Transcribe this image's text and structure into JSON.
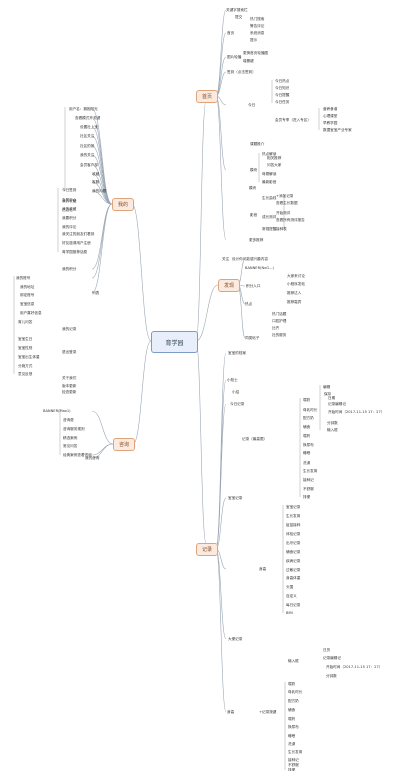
{
  "root": "育学园",
  "branches": {
    "home": "首页",
    "discover": "发现",
    "mine": "我的",
    "consult": "咨询",
    "record": "记录"
  },
  "colors": {
    "root_border": "#7a9cc6",
    "branch_border": "#e0a47c",
    "branch_fill": "#fbeadf",
    "link": "#9aa6b4"
  },
  "nodes": [
    "关键字搜索栏",
    "提交",
    "热门搜索",
    "警告评论",
    "系统消息",
    "提示",
    "首页",
    "图片轮播",
    "更换首页轮播图",
    "增删键",
    "签到（点击签到）",
    "今日热点",
    "今日知识",
    "今日提醒",
    "今日任务",
    "今日",
    "会员专享（进入专区）",
    "营养食谱",
    "心理课堂",
    "早教学园",
    "数据宝宝产业专家",
    "课题推介",
    "模块",
    "相关推荐",
    "问答大家",
    "模块",
    "热点解读",
    "母婴解读",
    "最新影音",
    "影音",
    "生长曲线",
    "+添加记录",
    "查看生长数据",
    "成长测评",
    "开始测评",
    "查看所有测评报告",
    "常规提醒",
    "接种表",
    "更多推荐",
    "关注",
    "设计你可能感兴趣内容",
    "BANNER(NxG...)",
    "大家来讨论",
    "积分入口",
    "小程序发帖",
    "推荐达人",
    "推荐嘉宾",
    "热点",
    "热门话题",
    "口腔护理",
    "比齐",
    "社的服务",
    "同类帖子",
    "用户名：拥抱阳光",
    "查看模式开关键",
    "设置社上宝",
    "社区关注",
    "社区的扬",
    "我的关注",
    "会员客户部",
    "收藏",
    "客服",
    "我的问题",
    "我的收藏",
    "已点击",
    "今日签到",
    "会员中心",
    "我的收藏",
    "我要积分",
    "我的评论",
    "我关注的朋友们看到",
    "好友邀请用户注册",
    "育学园推荐话费",
    "我的积分",
    "列表",
    "我的账号",
    "我的地址",
    "绑定账号",
    "宝宝信息",
    "用户喜好信息",
    "育儿问答",
    "我的记录",
    "宝宝生日",
    "宝宝性别",
    "宝宝出生体重",
    "分娩方式",
    "意见反馈",
    "关于我们",
    "版本更新",
    "检查更新",
    "退出登录",
    "BANNER(Max1)",
    "咨询费",
    "咨询服务规则",
    "精选案例",
    "常见问答",
    "经典案例查看咨询",
    "我的咨询",
    "宝宝的档案",
    "小知士",
    "今日记录",
    "编辑",
    "保存",
    "日期",
    "记录编辑记",
    "开始时间（2017-11-15  17：27）",
    "分钟数",
    "输入框",
    "小结",
    "宝宝记录",
    "记录（最高限）",
    "喂奶",
    "母乳时长",
    "配方奶",
    "辅食",
    "喂药",
    "换尿布",
    "睡眠",
    "洗澡",
    "生长发育",
    "接种记",
    "不舒服",
    "排便",
    "身高",
    "宝宝记录",
    "生长发育",
    "疫苗接种",
    "体检记录",
    "出牙记录",
    "辅食记录",
    "疾病记录",
    "过敏记录",
    "身高体重",
    "头围",
    "自定义",
    "每日记录",
    "BMI",
    "大便记录",
    "日历",
    "记录编辑记",
    "开始时间（2017-11-15  17：27）",
    "分钟数",
    "输入框",
    "喂奶",
    "母乳时长",
    "配方奶",
    "辅食",
    "喂药",
    "换尿布",
    "睡眠",
    "洗澡",
    "生长发育",
    "接种记",
    "不舒服",
    "排便",
    "身高",
    "+记录按键",
    "记录（最高限）"
  ]
}
